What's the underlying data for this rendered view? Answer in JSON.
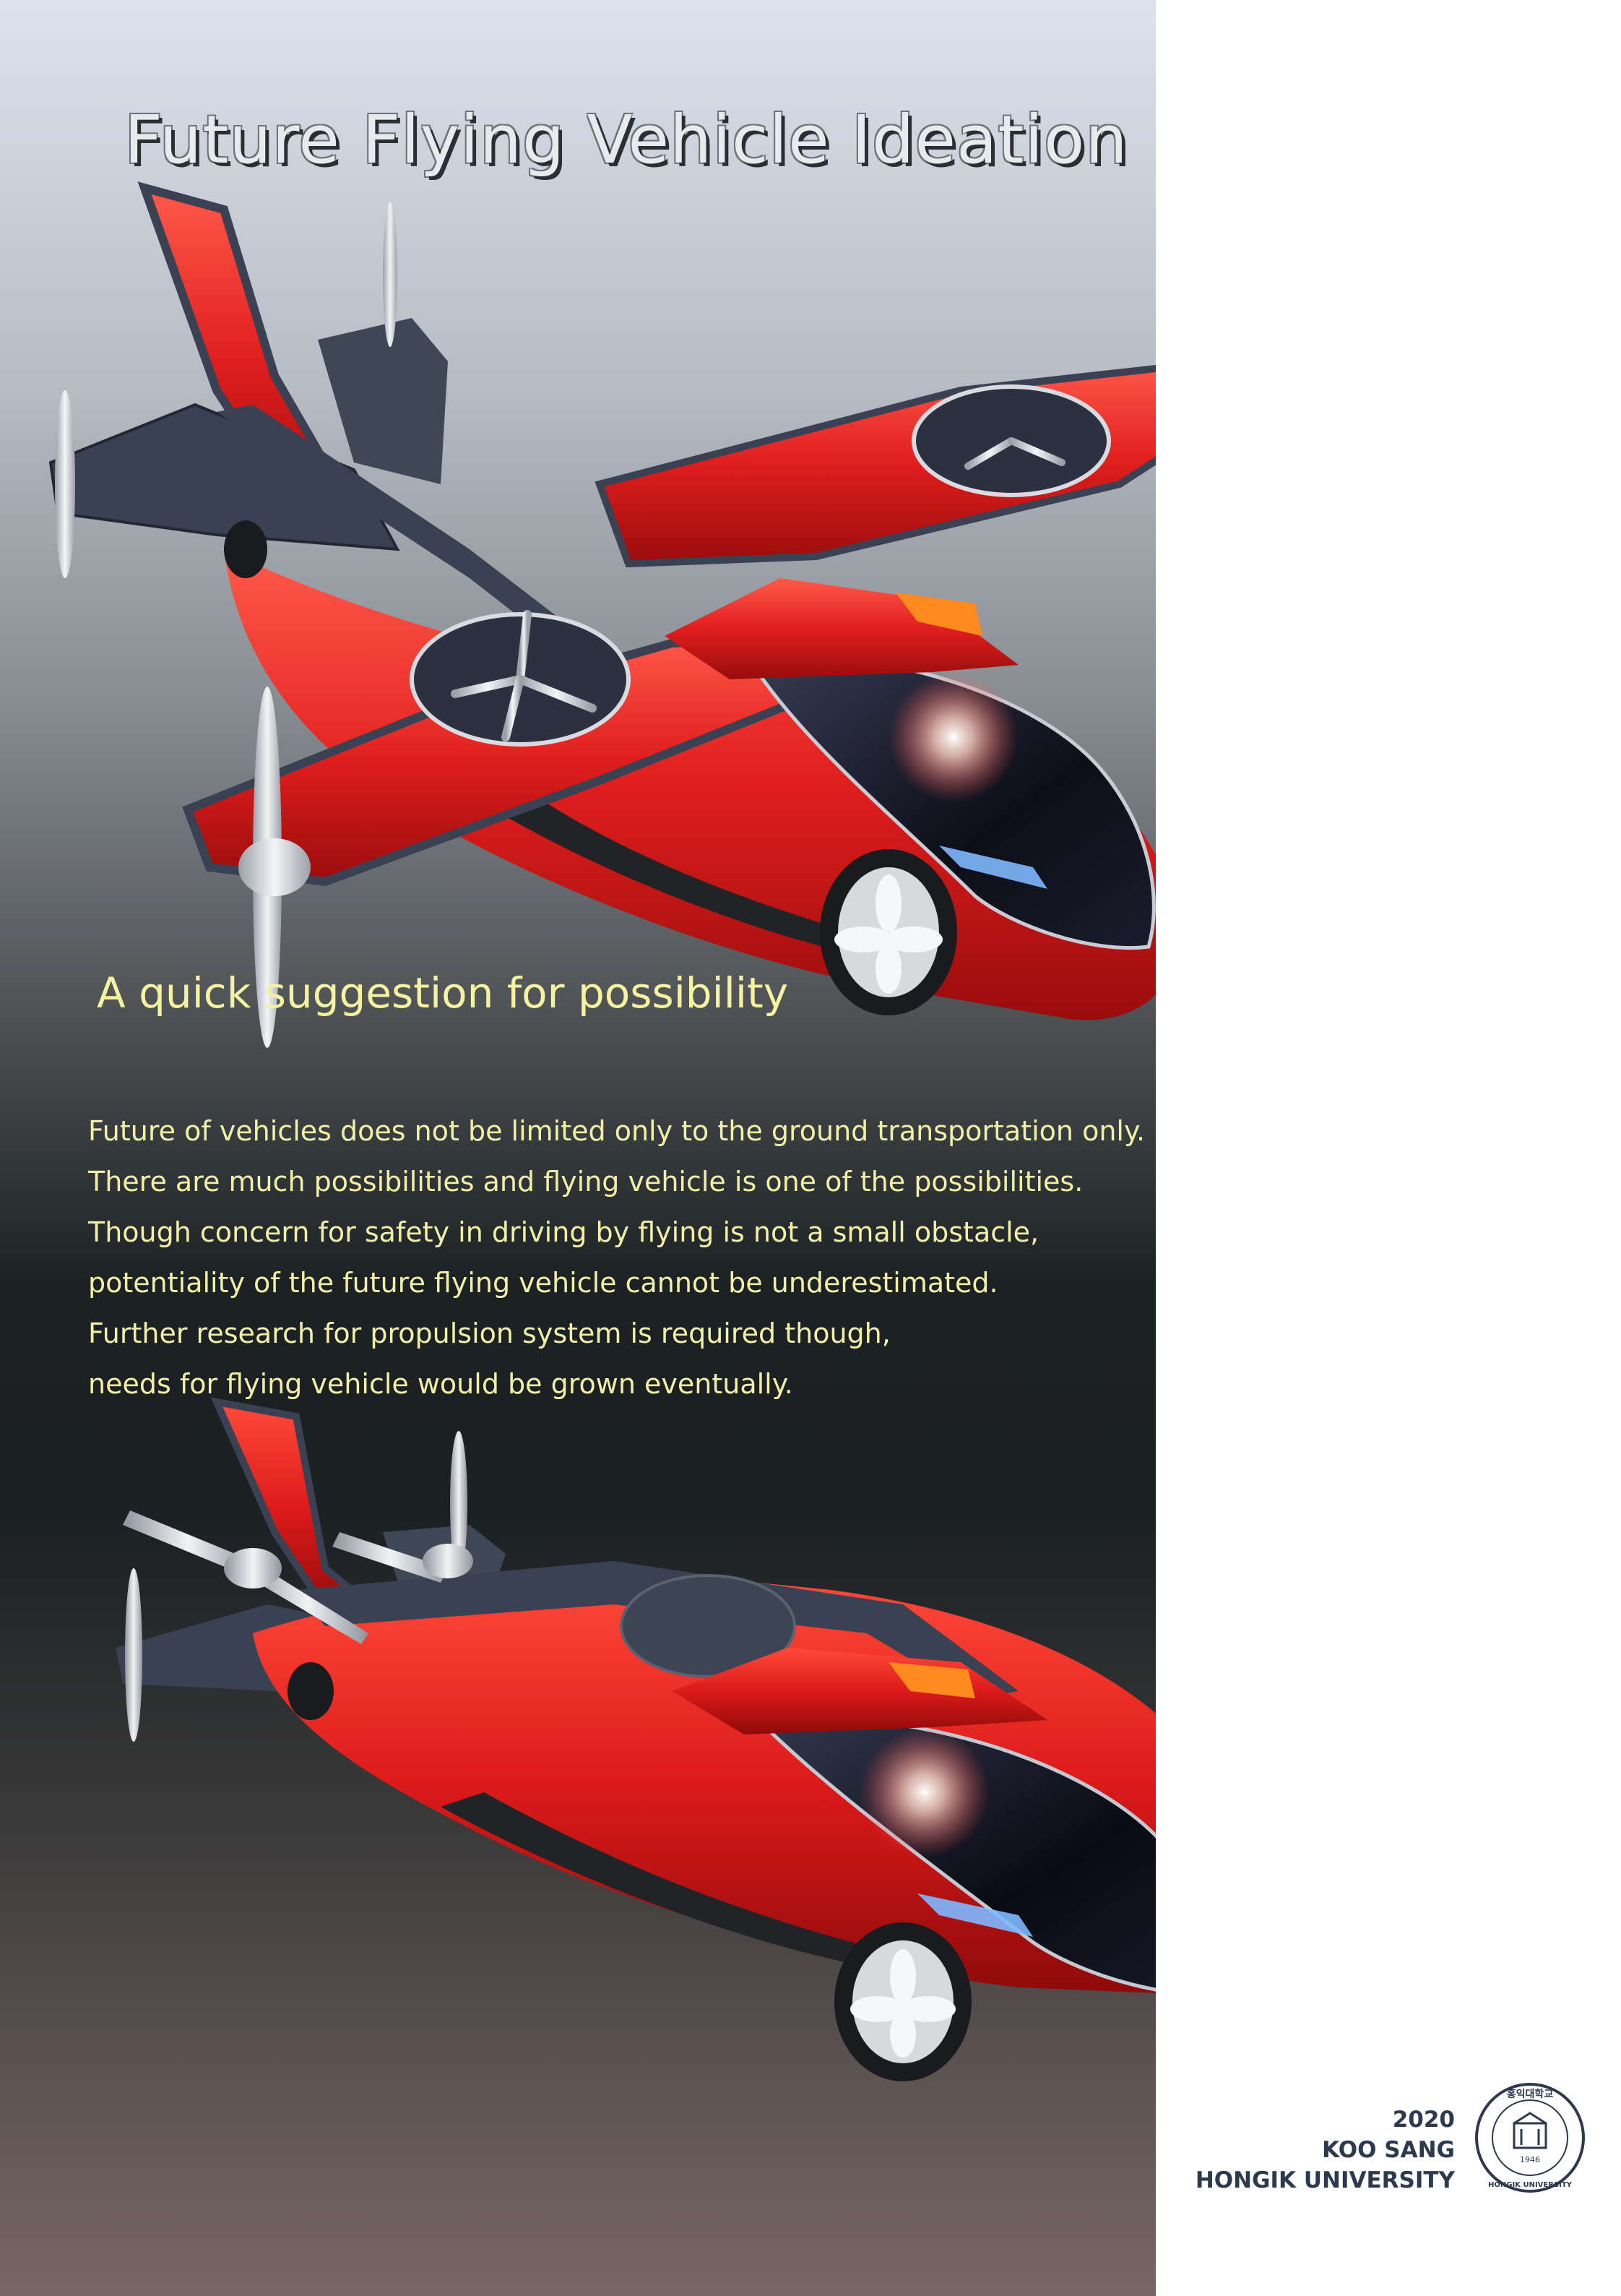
{
  "poster": {
    "title": "Future Flying Vehicle Ideation",
    "subtitle": "A quick suggestion for possibility",
    "body_lines": [
      "Future of vehicles does not be limited only to the ground transportation only.",
      "There are much possibilities and flying vehicle is one of the possibilities.",
      "Though concern for safety in driving by flying is not a small obstacle,",
      "potentiality of the future flying vehicle cannot be underestimated.",
      "Further research for propulsion system is required though,",
      "needs for flying vehicle would be grown eventually."
    ]
  },
  "credits": {
    "year": "2020",
    "author": "KOO SANG",
    "school": "HONGIK UNIVERSITY"
  },
  "seal": {
    "ring_text": "HONGIK UNIVERSITY",
    "inner_text": "홍익대학교",
    "year": "1946"
  },
  "colors": {
    "body_red": "#e01e1e",
    "dark_trim": "#3a4152",
    "text_yellow": "#f2efa8",
    "credit_navy": "#2d3a4e"
  }
}
